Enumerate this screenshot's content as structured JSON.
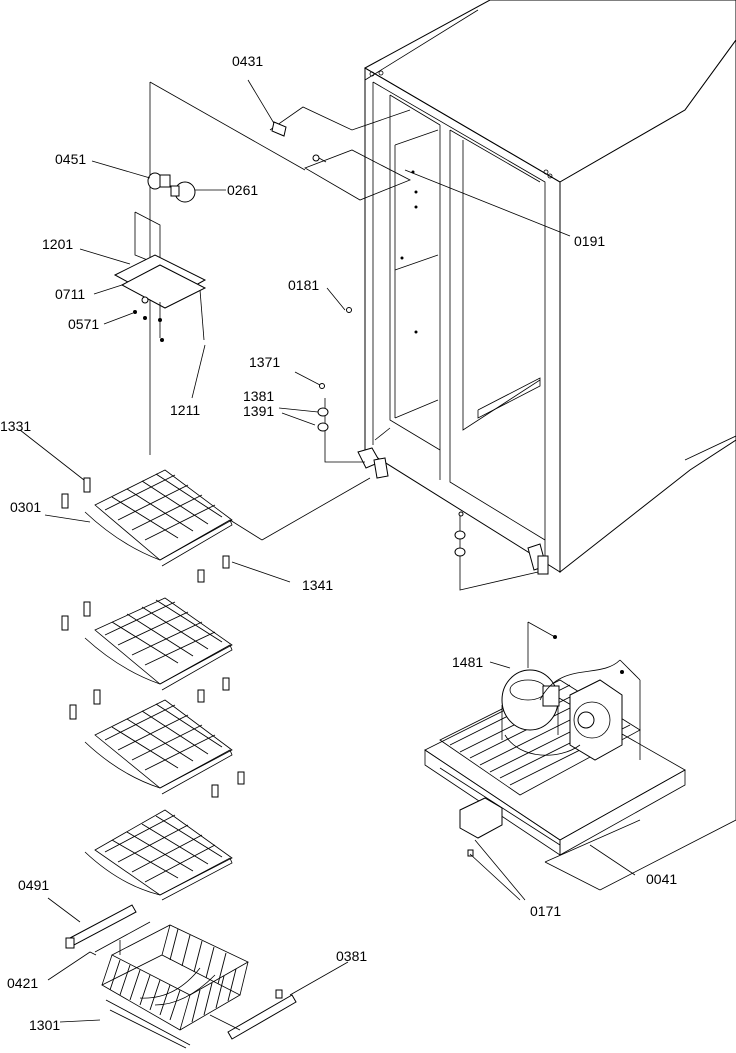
{
  "diagram": {
    "callouts": [
      {
        "id": "0431",
        "text": "0431"
      },
      {
        "id": "0451",
        "text": "0451"
      },
      {
        "id": "0261",
        "text": "0261"
      },
      {
        "id": "0191",
        "text": "0191"
      },
      {
        "id": "1201",
        "text": "1201"
      },
      {
        "id": "0711",
        "text": "0711"
      },
      {
        "id": "0571",
        "text": "0571"
      },
      {
        "id": "0181",
        "text": "0181"
      },
      {
        "id": "1211",
        "text": "1211"
      },
      {
        "id": "1371",
        "text": "1371"
      },
      {
        "id": "1381",
        "text": "1381"
      },
      {
        "id": "1391",
        "text": "1391"
      },
      {
        "id": "1331",
        "text": "1331"
      },
      {
        "id": "0301",
        "text": "0301"
      },
      {
        "id": "1341",
        "text": "1341"
      },
      {
        "id": "1481",
        "text": "1481"
      },
      {
        "id": "0041",
        "text": "0041"
      },
      {
        "id": "0171",
        "text": "0171"
      },
      {
        "id": "0491",
        "text": "0491"
      },
      {
        "id": "0381",
        "text": "0381"
      },
      {
        "id": "0421",
        "text": "0421"
      },
      {
        "id": "1301",
        "text": "1301"
      }
    ]
  }
}
